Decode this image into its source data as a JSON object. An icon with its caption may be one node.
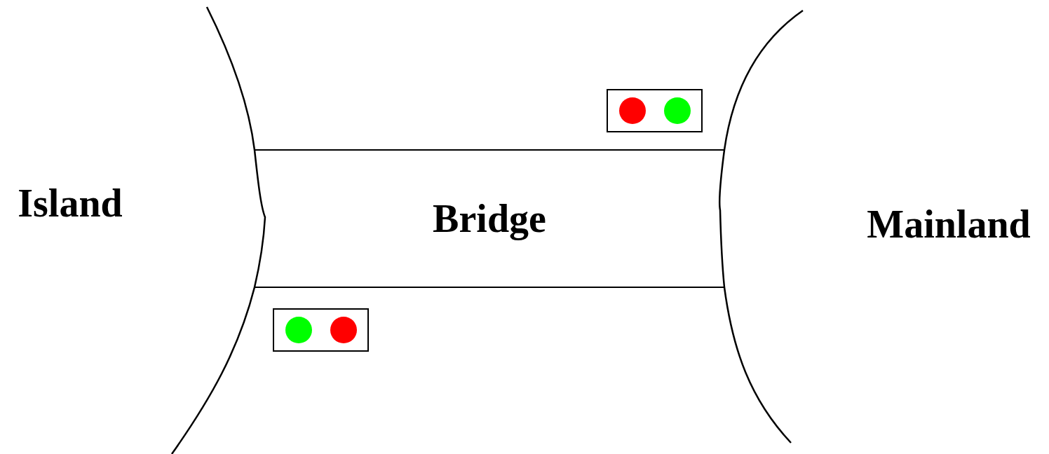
{
  "diagram": {
    "nodes": [
      {
        "text": [
          "Island"
        ]
      },
      {
        "text": [
          "Bridge"
        ]
      },
      {
        "text": [
          "Mainland"
        ]
      },
      {
        "text": [],
        "shape": "box"
      },
      {
        "text": [],
        "shape": "box"
      }
    ]
  }
}
